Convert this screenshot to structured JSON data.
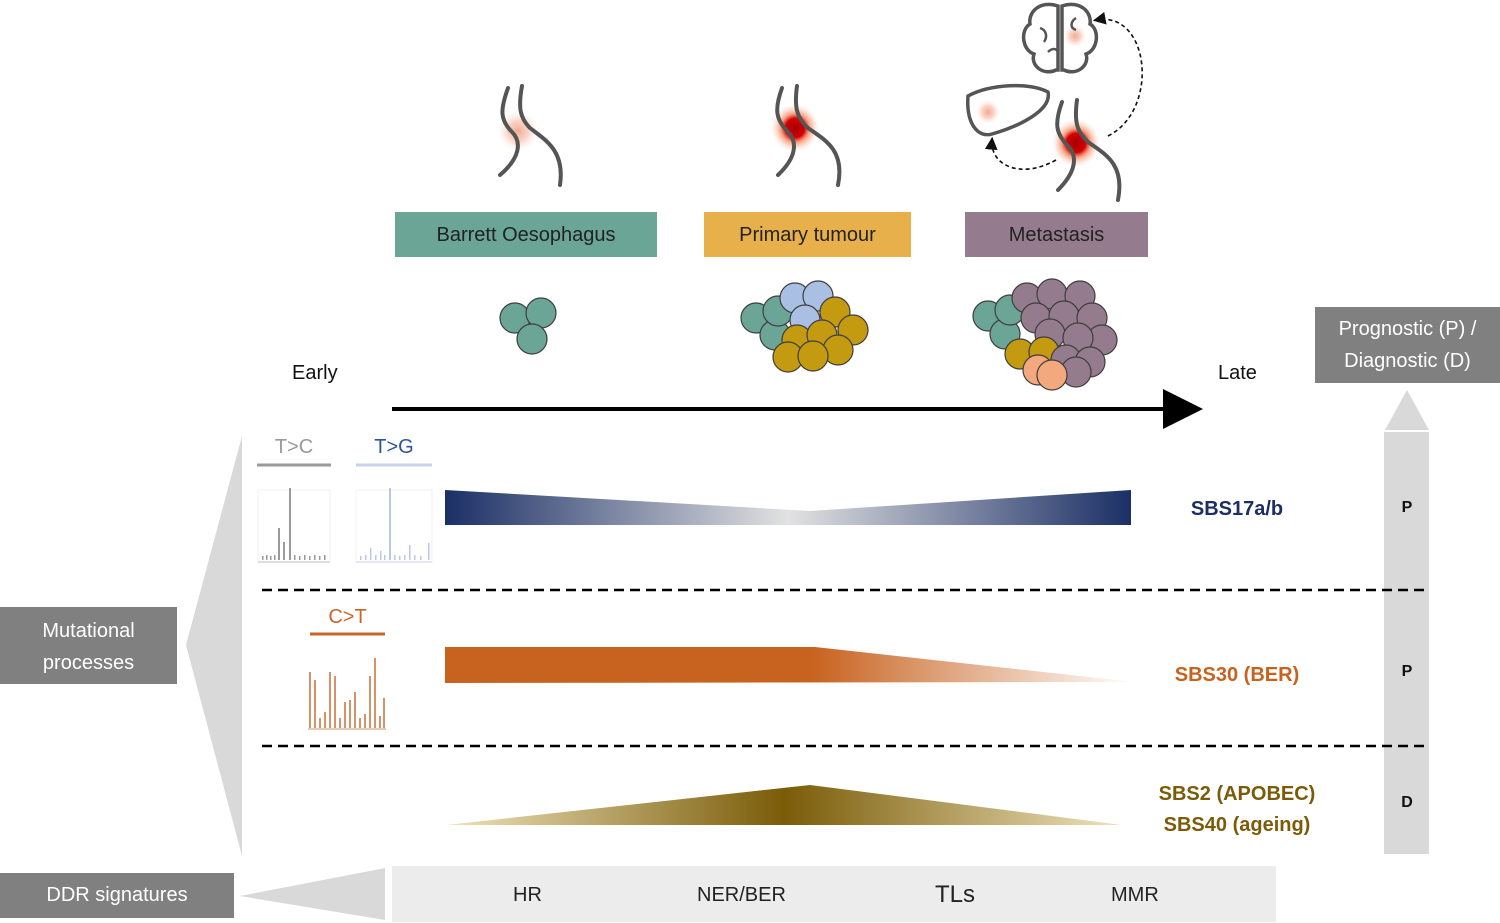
{
  "stages": [
    {
      "label": "Barrett Oesophagus",
      "color": "#6aa595"
    },
    {
      "label": "Primary tumour",
      "color": "#e8b04a"
    },
    {
      "label": "Metastasis",
      "color": "#957b8e"
    }
  ],
  "timeline": {
    "early": "Early",
    "late": "Late"
  },
  "prognostic_box": {
    "line1": "Prognostic (P) /",
    "line2": "Diagnostic (D)"
  },
  "mutational_box": {
    "line1": "Mutational",
    "line2": "processes"
  },
  "ddr_box": {
    "label": "DDR signatures"
  },
  "spectra": [
    {
      "label": "T>C",
      "color": "#999999"
    },
    {
      "label": "T>G",
      "color": "#2e5597"
    },
    {
      "label": "C>T",
      "color": "#c8662a"
    }
  ],
  "signatures": [
    {
      "label": "SBS17a/b",
      "color": "#1b2f66",
      "pd": "P"
    },
    {
      "label": "SBS30 (BER)",
      "color": "#c8621f",
      "pd": "P"
    },
    {
      "label_line1": "SBS2 (APOBEC)",
      "label_line2": "SBS40 (ageing)",
      "color": "#7a5c08",
      "pd": "D"
    }
  ],
  "ddr_items": [
    {
      "label": "HR"
    },
    {
      "label": "NER/BER"
    },
    {
      "label": "TLs"
    },
    {
      "label": "MMR"
    }
  ],
  "colors": {
    "cell_green": "#6aa595",
    "cell_blue": "#a9bfe3",
    "cell_gold": "#c49a10",
    "cell_purple": "#957b8e",
    "cell_peach": "#f3a87e",
    "tumour_red": "#cc0000",
    "panel_grey": "#d9d9d9"
  }
}
